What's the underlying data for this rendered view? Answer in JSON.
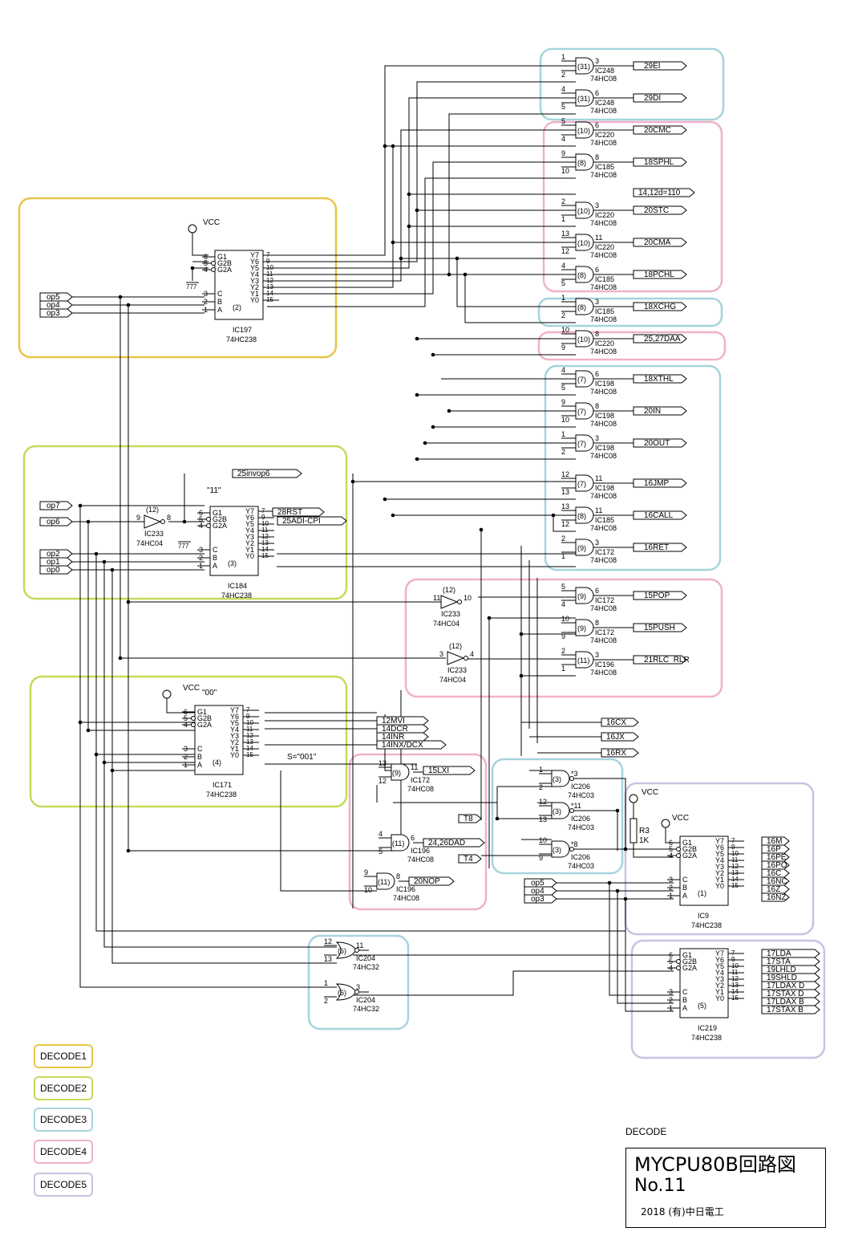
{
  "sheet_label": "DECODE",
  "title": {
    "main": "MYCPU80B回路図",
    "number": "No.11",
    "sub": "2018 (有)中日電工"
  },
  "legend": [
    {
      "label": "DECODE1",
      "color": "#e8c547"
    },
    {
      "label": "DECODE2",
      "color": "#c2dc5a"
    },
    {
      "label": "DECODE3",
      "color": "#a6d4dd"
    },
    {
      "label": "DECODE4",
      "color": "#f0b1c9"
    },
    {
      "label": "DECODE5",
      "color": "#c9c2e0"
    }
  ],
  "colors": {
    "wire": "#000000",
    "ic_fill": "#ffffff"
  },
  "decoders": [
    {
      "ref": "IC197",
      "part": "74HC238",
      "unit": "(2)",
      "supply": "VCC",
      "note": ""
    },
    {
      "ref": "IC184",
      "part": "74HC238",
      "unit": "(3)",
      "supply": "",
      "note": "\"11\""
    },
    {
      "ref": "IC171",
      "part": "74HC238",
      "unit": "(4)",
      "supply": "VCC",
      "note": "\"00\""
    },
    {
      "ref": "IC9",
      "part": "74HC238",
      "unit": "(1)",
      "supply": "VCC",
      "note": ""
    },
    {
      "ref": "IC219",
      "part": "74HC238",
      "unit": "(5)",
      "supply": "",
      "note": ""
    }
  ],
  "decoder_pins": {
    "left": [
      "G1",
      "G2B",
      "G2A",
      "C",
      "B",
      "A"
    ],
    "right": [
      "Y7",
      "Y6",
      "Y5",
      "Y4",
      "Y3",
      "Y2",
      "Y1",
      "Y0"
    ],
    "left_num": [
      "6",
      "5",
      "4",
      "3",
      "2",
      "1"
    ],
    "right_num": [
      "7",
      "9",
      "10",
      "11",
      "12",
      "13",
      "14",
      "15"
    ]
  },
  "inputs": {
    "dec1": [
      "op5",
      "op4",
      "op3"
    ],
    "dec2_top": [
      "op7",
      "op6"
    ],
    "dec2_bot": [
      "op2",
      "op1",
      "op0"
    ],
    "ic9": [
      "op5",
      "op4",
      "op3"
    ]
  },
  "gates": [
    {
      "unit": "(31)",
      "ref": "IC248",
      "part": "74HC08",
      "a": "1",
      "b": "2",
      "o": "3",
      "out": "29EI"
    },
    {
      "unit": "(31)",
      "ref": "IC248",
      "part": "74HC08",
      "a": "4",
      "b": "5",
      "o": "6",
      "out": "29DI"
    },
    {
      "unit": "(10)",
      "ref": "IC220",
      "part": "74HC08",
      "a": "5",
      "b": "4",
      "o": "6",
      "out": "20CMC"
    },
    {
      "unit": "(8)",
      "ref": "IC185",
      "part": "74HC08",
      "a": "9",
      "b": "10",
      "o": "8",
      "out": "18SPHL"
    },
    {
      "unit": "(10)",
      "ref": "IC220",
      "part": "74HC08",
      "a": "2",
      "b": "1",
      "o": "3",
      "out": "20STC"
    },
    {
      "unit": "(10)",
      "ref": "IC220",
      "part": "74HC08",
      "a": "13",
      "b": "12",
      "o": "11",
      "out": "20CMA"
    },
    {
      "unit": "(8)",
      "ref": "IC185",
      "part": "74HC08",
      "a": "4",
      "b": "5",
      "o": "6",
      "out": "18PCHL"
    },
    {
      "unit": "(8)",
      "ref": "IC185",
      "part": "74HC08",
      "a": "1",
      "b": "2",
      "o": "3",
      "out": "18XCHG"
    },
    {
      "unit": "(10)",
      "ref": "IC220",
      "part": "74HC08",
      "a": "10",
      "b": "9",
      "o": "8",
      "out": "25,27DAA"
    },
    {
      "unit": "(7)",
      "ref": "IC198",
      "part": "74HC08",
      "a": "4",
      "b": "5",
      "o": "6",
      "out": "18XTHL"
    },
    {
      "unit": "(7)",
      "ref": "IC198",
      "part": "74HC08",
      "a": "9",
      "b": "10",
      "o": "8",
      "out": "20IN"
    },
    {
      "unit": "(7)",
      "ref": "IC198",
      "part": "74HC08",
      "a": "1",
      "b": "2",
      "o": "3",
      "out": "20OUT"
    },
    {
      "unit": "(7)",
      "ref": "IC198",
      "part": "74HC08",
      "a": "12",
      "b": "13",
      "o": "11",
      "out": "16JMP"
    },
    {
      "unit": "(8)",
      "ref": "IC185",
      "part": "74HC08",
      "a": "13",
      "b": "12",
      "o": "11",
      "out": "16CALL"
    },
    {
      "unit": "(9)",
      "ref": "IC172",
      "part": "74HC08",
      "a": "2",
      "b": "1",
      "o": "3",
      "out": "16RET"
    },
    {
      "unit": "(9)",
      "ref": "IC172",
      "part": "74HC08",
      "a": "5",
      "b": "4",
      "o": "6",
      "out": "15POP"
    },
    {
      "unit": "(9)",
      "ref": "IC172",
      "part": "74HC08",
      "a": "10",
      "b": "9",
      "o": "8",
      "out": "15PUSH"
    },
    {
      "unit": "(11)",
      "ref": "IC196",
      "part": "74HC08",
      "a": "2",
      "b": "1",
      "o": "3",
      "out": "21RLC_RLR"
    }
  ],
  "signals": {
    "t14": "14,12d=110",
    "inv": "25invop6",
    "rst": "28RST",
    "adi": "25ADI-CPI",
    "mvi": "12MVI",
    "dcr": "14DCR",
    "inr": "14INR",
    "inx": "14INX/DCX",
    "s001": "S=\"001\"",
    "lxi": "15LXI",
    "dad": "24,26DAD",
    "nop": "20NOP",
    "cx": "16CX",
    "jx": "16JX",
    "rx": "16RX",
    "t8": "T8",
    "t4": "T4",
    "r3": "R3",
    "r3v": "1K",
    "gnd": "777"
  },
  "ic9_out": [
    "16M",
    "16P",
    "16PE",
    "16PO",
    "16C",
    "16NC",
    "16Z",
    "16NZ"
  ],
  "ic219_out": [
    "17LDA",
    "17STA",
    "19LHLD",
    "19SHLD",
    "17LDAX D",
    "17STAX D",
    "17LDAX B",
    "17STAX B"
  ],
  "small_gates": [
    {
      "unit": "(9)",
      "ref": "IC172",
      "part": "74HC08",
      "a": "13",
      "b": "12",
      "o": "11"
    },
    {
      "unit": "(11)",
      "ref": "IC196",
      "part": "74HC08",
      "a": "4",
      "b": "5",
      "o": "6"
    },
    {
      "unit": "(11)",
      "ref": "IC196",
      "part": "74HC08",
      "a": "9",
      "b": "10",
      "o": "8"
    },
    {
      "unit": "(3)",
      "ref": "IC206",
      "part": "74HC03",
      "a": "1",
      "b": "2",
      "o": "*3"
    },
    {
      "unit": "(3)",
      "ref": "IC206",
      "part": "74HC03",
      "a": "12",
      "b": "13",
      "o": "*11"
    },
    {
      "unit": "(3)",
      "ref": "IC206",
      "part": "74HC03",
      "a": "10",
      "b": "9",
      "o": "*8"
    },
    {
      "unit": "(6)",
      "ref": "IC204",
      "part": "74HC32",
      "a": "12",
      "b": "13",
      "o": "11"
    },
    {
      "unit": "(6)",
      "ref": "IC204",
      "part": "74HC32",
      "a": "1",
      "b": "2",
      "o": "3"
    }
  ],
  "inverters": [
    {
      "unit": "(12)",
      "ref": "IC233",
      "part": "74HC04",
      "a": "9",
      "o": "8"
    },
    {
      "unit": "(12)",
      "ref": "IC233",
      "part": "74HC04",
      "a": "11",
      "o": "10"
    },
    {
      "unit": "(12)",
      "ref": "IC233",
      "part": "74HC04",
      "a": "3",
      "o": "4"
    }
  ]
}
